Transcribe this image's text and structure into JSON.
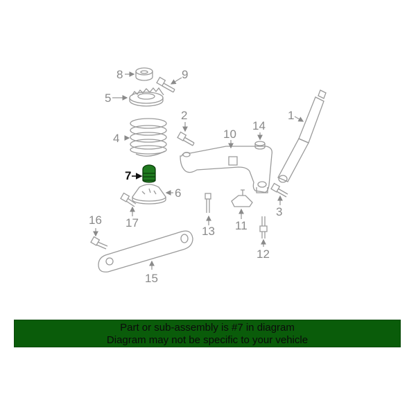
{
  "diagram": {
    "highlighted_part": "7",
    "highlight_color": "#1f7a1f",
    "line_color": "#9a9a9a",
    "callouts": [
      {
        "num": "8",
        "part": "bumper-cap"
      },
      {
        "num": "9",
        "part": "bolt"
      },
      {
        "num": "5",
        "part": "spring-isolator"
      },
      {
        "num": "2",
        "part": "bolt"
      },
      {
        "num": "1",
        "part": "shock-absorber"
      },
      {
        "num": "10",
        "part": "upper-control-arm"
      },
      {
        "num": "14",
        "part": "bushing"
      },
      {
        "num": "4",
        "part": "coil-spring"
      },
      {
        "num": "7",
        "part": "jounce-bumper"
      },
      {
        "num": "6",
        "part": "spring-seat"
      },
      {
        "num": "3",
        "part": "bolt"
      },
      {
        "num": "17",
        "part": "bolt"
      },
      {
        "num": "13",
        "part": "bolt"
      },
      {
        "num": "11",
        "part": "ball-joint-bracket"
      },
      {
        "num": "16",
        "part": "bolt"
      },
      {
        "num": "12",
        "part": "stud"
      },
      {
        "num": "15",
        "part": "lower-control-arm"
      }
    ]
  },
  "banner": {
    "line1": "Part or sub-assembly is #7 in diagram",
    "line2": "Diagram may not be specific to your vehicle",
    "background": "#0a5c0a"
  }
}
